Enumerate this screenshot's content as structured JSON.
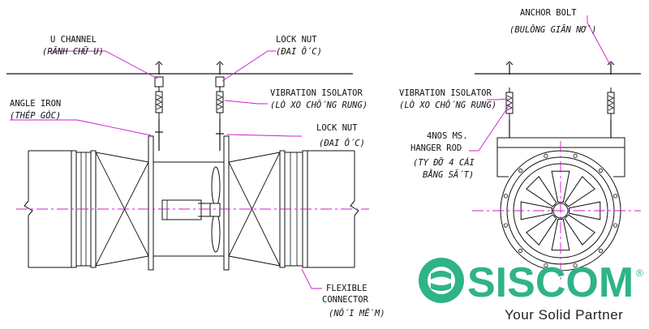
{
  "labels": {
    "u_channel": "U CHANNEL",
    "u_channel_vn": "(RÃNH CHỮ U)",
    "lock_nut_top": "LOCK NUT",
    "lock_nut_top_vn": "(ĐAI ỐC)",
    "vibration_isolator_left": "VIBRATION ISOLATOR",
    "vibration_isolator_left_vn": "(LÒ XO CHỐNG RUNG)",
    "angle_iron": "ANGLE IRON",
    "angle_iron_vn": "(THÉP GÓC)",
    "lock_nut_mid": "LOCK NUT",
    "lock_nut_mid_vn": "(ĐAI ỐC)",
    "flexible_connector_1": "FLEXIBLE",
    "flexible_connector_2": "CONNECTOR",
    "flexible_connector_vn": "(NỐI MỀM)",
    "anchor_bolt": "ANCHOR BOLT",
    "anchor_bolt_vn": "(BULÔNG GIÃN NỞ)",
    "vibration_isolator_right": "VIBRATION ISOLATOR",
    "vibration_isolator_right_vn": "(LÒ XO CHỐNG RUNG)",
    "hanger_rod_1": "4NOS MS.",
    "hanger_rod_2": "HANGER ROD",
    "hanger_rod_vn_1": "(TY ĐỠ 4 CÁI",
    "hanger_rod_vn_2": "BẰNG SẮT)"
  },
  "logo": {
    "name": "SISCOM",
    "tagline": "Your Solid Partner",
    "registered": "®",
    "color": "#2fb389"
  },
  "colors": {
    "line": "#111111",
    "leader": "#d01ad0",
    "centerline": "#d01ad0"
  }
}
